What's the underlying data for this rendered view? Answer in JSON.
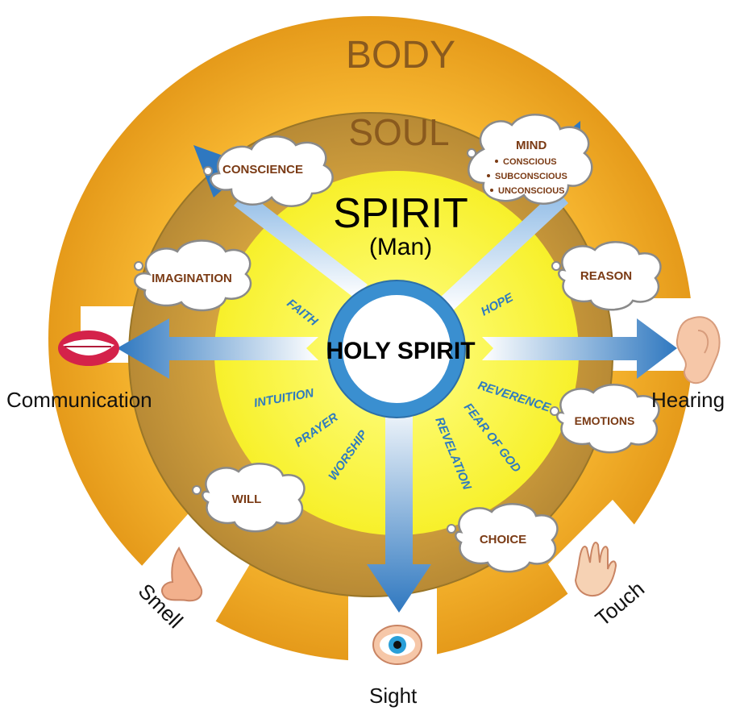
{
  "rings": {
    "body": "BODY",
    "soul": "SOUL",
    "spirit": "SPIRIT",
    "spirit_sub": "(Man)",
    "center": "HOLY SPIRIT"
  },
  "soul_faculties": {
    "conscience": "CONSCIENCE",
    "mind": "MIND",
    "mind_items": [
      "CONSCIOUS",
      "SUBCONSCIOUS",
      "UNCONSCIOUS"
    ],
    "imagination": "IMAGINATION",
    "reason": "REASON",
    "emotions": "EMOTIONS",
    "will": "WILL",
    "choice": "CHOICE"
  },
  "spirit_qualities": {
    "faith": "FAITH",
    "hope": "HOPE",
    "intuition": "INTUITION",
    "prayer": "PRAYER",
    "worship": "WORSHIP",
    "revelation": "REVELATION",
    "fear_of_god": "FEAR OF GOD",
    "reverence": "REVERENCE"
  },
  "senses": {
    "communication": "Communication",
    "hearing": "Hearing",
    "smell": "Smell",
    "sight": "Sight",
    "touch": "Touch"
  },
  "icons": [
    "mouth-icon",
    "ear-icon",
    "nose-icon",
    "eye-icon",
    "hand-icon"
  ],
  "colors": {
    "body_ring": "#f2a922",
    "soul_ring": "#c99a3c",
    "spirit_core": "#ffff66",
    "holy_ring": "#3a8fd0",
    "arrow": "#4f95d3",
    "label_blue": "#2f7bbf",
    "cloud_text": "#7a3a14"
  }
}
